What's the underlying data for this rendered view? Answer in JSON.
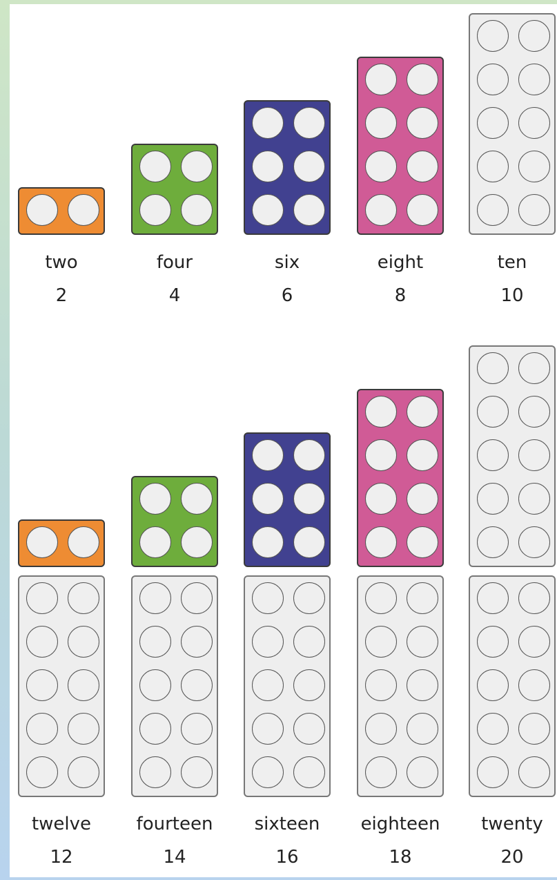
{
  "colors": {
    "two": "#ee8c33",
    "four": "#6ead3c",
    "six": "#414190",
    "eight": "#d05b96",
    "ten": "#eeeeee"
  },
  "items": [
    {
      "word": "two",
      "number": "2",
      "rods": [
        "two"
      ]
    },
    {
      "word": "four",
      "number": "4",
      "rods": [
        "four"
      ]
    },
    {
      "word": "six",
      "number": "6",
      "rods": [
        "six"
      ]
    },
    {
      "word": "eight",
      "number": "8",
      "rods": [
        "eight"
      ]
    },
    {
      "word": "ten",
      "number": "10",
      "rods": [
        "ten"
      ]
    },
    {
      "word": "twelve",
      "number": "12",
      "rods": [
        "two",
        "ten"
      ]
    },
    {
      "word": "fourteen",
      "number": "14",
      "rods": [
        "four",
        "ten"
      ]
    },
    {
      "word": "sixteen",
      "number": "16",
      "rods": [
        "six",
        "ten"
      ]
    },
    {
      "word": "eighteen",
      "number": "18",
      "rods": [
        "eight",
        "ten"
      ]
    },
    {
      "word": "twenty",
      "number": "20",
      "rods": [
        "ten",
        "ten"
      ]
    }
  ]
}
